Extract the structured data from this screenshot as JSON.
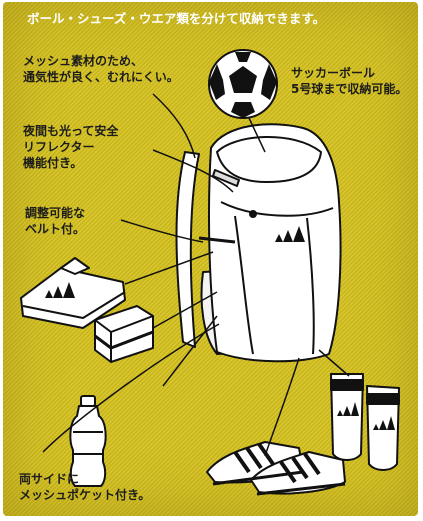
{
  "heading": "ボール・シューズ・ウエア類を分けて収納できます。",
  "callouts": {
    "mesh_material": [
      "メッシュ素材のため、",
      "通気性が良く、むれにくい。"
    ],
    "soccer_ball": [
      "サッカーボール",
      "5号球まで収納可能。"
    ],
    "reflector": [
      "夜間も光って安全",
      "リフレクター",
      "機能付き。"
    ],
    "adjustable_belt": [
      "調整可能な",
      "ベルト付。"
    ],
    "side_mesh_pocket": [
      "両サイドに",
      "メッシュポケット付き。"
    ]
  },
  "brand_logo": "adidas",
  "colors": {
    "background": "#d6c21c",
    "heading_text": "#ffffff",
    "line_art": "#1c1c1c"
  }
}
